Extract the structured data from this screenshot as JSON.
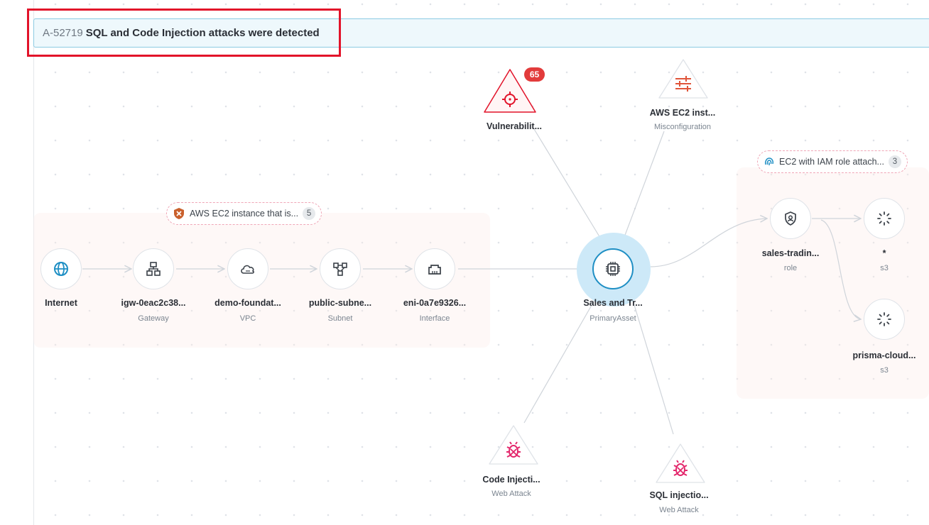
{
  "alert": {
    "id": "A-52719",
    "title": "SQL and Code Injection attacks were detected"
  },
  "groups": {
    "network_path": {
      "label": "AWS EC2 instance that is...",
      "count": "5",
      "icon": "shield-warning-icon"
    },
    "iam_role": {
      "label": "EC2 with IAM role attach...",
      "count": "3",
      "icon": "fingerprint-icon"
    }
  },
  "nodes": {
    "internet": {
      "title": "Internet",
      "subtitle": "",
      "icon": "globe-icon"
    },
    "gateway": {
      "title": "igw-0eac2c38...",
      "subtitle": "Gateway",
      "icon": "network-icon"
    },
    "vpc": {
      "title": "demo-foundat...",
      "subtitle": "VPC",
      "icon": "cloud-icon"
    },
    "subnet": {
      "title": "public-subne...",
      "subtitle": "Subnet",
      "icon": "subnet-icon"
    },
    "interface": {
      "title": "eni-0a7e9326...",
      "subtitle": "Interface",
      "icon": "ethernet-icon"
    },
    "primary": {
      "title": "Sales and Tr...",
      "subtitle": "PrimaryAsset",
      "icon": "cpu-icon"
    },
    "vulnerability": {
      "title": "Vulnerabilit...",
      "subtitle": "",
      "badge": "65",
      "icon": "crosshair-icon"
    },
    "misconfig": {
      "title": "AWS EC2 inst...",
      "subtitle": "Misconfiguration",
      "icon": "sliders-icon"
    },
    "code_injection": {
      "title": "Code Injecti...",
      "subtitle": "Web Attack",
      "icon": "bug-icon"
    },
    "sql_injection": {
      "title": "SQL injectio...",
      "subtitle": "Web Attack",
      "icon": "bug-icon"
    },
    "role": {
      "title": "sales-tradin...",
      "subtitle": "role",
      "icon": "user-shield-icon"
    },
    "s3_star": {
      "title": "*",
      "subtitle": "s3",
      "icon": "spinner-icon"
    },
    "s3_prisma": {
      "title": "prisma-cloud...",
      "subtitle": "s3",
      "icon": "spinner-icon"
    }
  },
  "colors": {
    "accent": "#1f8fc4",
    "danger": "#e2132a",
    "badge": "#e23b3b",
    "attack": "#e3266b",
    "misconfig": "#e0553a"
  }
}
